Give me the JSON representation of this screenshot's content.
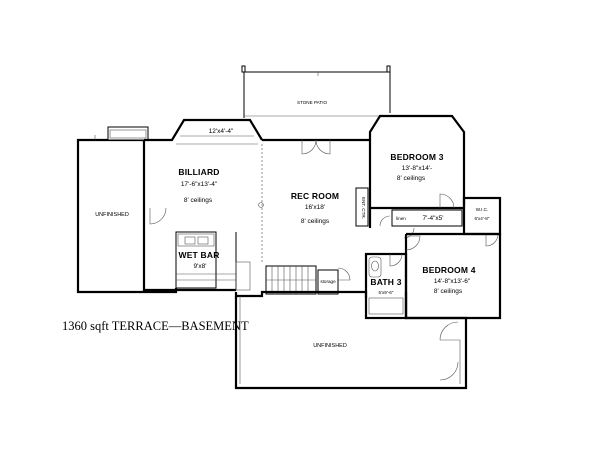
{
  "plan": {
    "caption": "1360 sqft TERRACE—BASEMENT",
    "patio_label": "STONE PATIO",
    "bay_dimension": "12'x4'-4\"",
    "rooms": {
      "billiard": {
        "name": "BILLIARD",
        "size": "17'-6\"x13'-4\"",
        "ceiling": "8' ceilings"
      },
      "rec_room": {
        "name": "REC ROOM",
        "size": "16'x18'",
        "ceiling": "8' ceilings"
      },
      "bedroom3": {
        "name": "BEDROOM 3",
        "size": "13'-8\"x14'-",
        "ceiling": "8' ceilings"
      },
      "bedroom4": {
        "name": "BEDROOM 4",
        "size": "14'-8\"x13'-6\"",
        "ceiling": "8' ceilings"
      },
      "wet_bar": {
        "name": "WET BAR",
        "size": "9'x8'"
      },
      "bath3": {
        "name": "BATH 3",
        "size": "5'x9'-6\""
      },
      "wic": {
        "name": "W.I.C.",
        "size": "6'x4'-8\""
      },
      "hall": {
        "size": "7'-4\"x5'"
      },
      "linen": {
        "name": "linen"
      },
      "storage": {
        "name": "storage"
      },
      "entertain": {
        "name": "ENT. CTR."
      },
      "unfinished_west": {
        "name": "UNFINISHED"
      },
      "unfinished_south": {
        "name": "UNFINISHED"
      }
    }
  }
}
